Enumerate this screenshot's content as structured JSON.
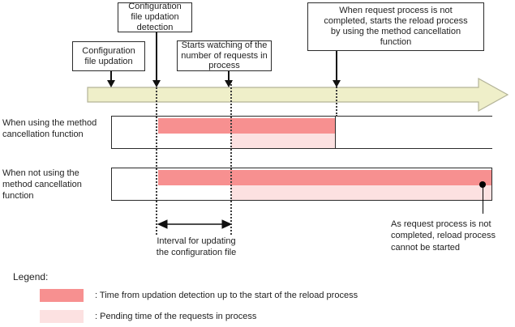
{
  "colors": {
    "salmon": "#F79090",
    "pink": "#FCE1E1",
    "timeline_fill": "#EFEFC9",
    "timeline_stroke": "#B3B398"
  },
  "callouts": {
    "config_updation": "Configuration\nfile updation",
    "updation_detection": "Configuration\nfile updation\ndetection",
    "starts_watching": "Starts watching of the\nnumber of requests in\nprocess",
    "reload_with_cancellation": "When request process is not\ncompleted, starts the reload process\nby using the method cancellation\nfunction"
  },
  "rows": [
    {
      "label": "When using the method\ncancellation function"
    },
    {
      "label": "When not using the\nmethod cancellation\nfunction"
    }
  ],
  "notes": {
    "interval": "Interval for updating\nthe configuration file",
    "not_started": "As request process is not\ncompleted, reload process\ncannot be started"
  },
  "legend": {
    "title": "Legend:",
    "items": [
      {
        "color": "salmon",
        "label": ": Time from updation detection up to the start of the reload process"
      },
      {
        "color": "pink",
        "label": ": Pending time of the requests in process"
      }
    ]
  }
}
